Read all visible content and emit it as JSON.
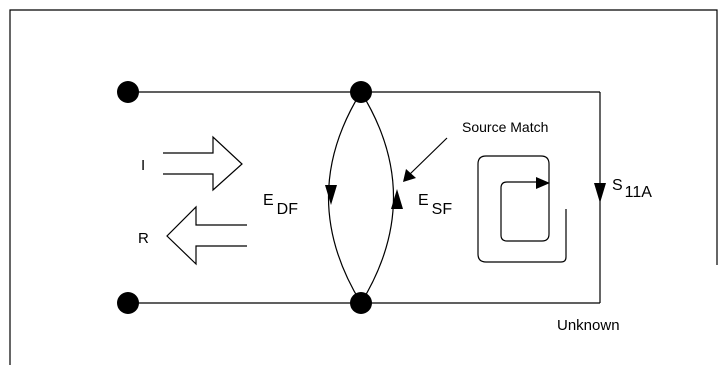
{
  "labels": {
    "incident": "I",
    "reflected": "R",
    "source_match": "Source Match",
    "edf_main": "E",
    "edf_sub": "DF",
    "esf_main": "E",
    "esf_sub": "SF",
    "s11a_main": "S",
    "s11a_sub": "11A",
    "unknown": "Unknown"
  },
  "colors": {
    "line": "#000000",
    "background": "#ffffff"
  }
}
